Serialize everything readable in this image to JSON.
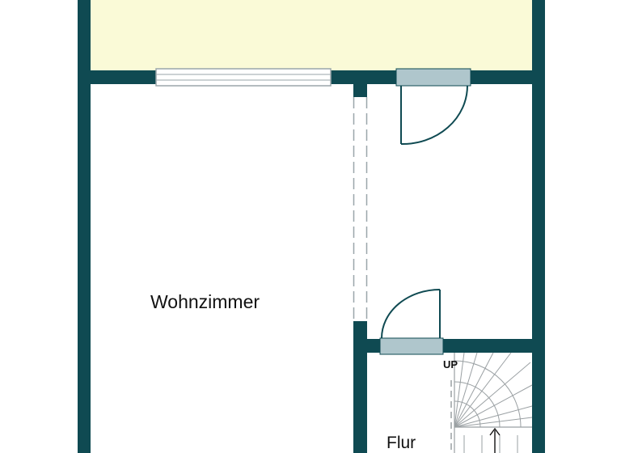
{
  "floorplan": {
    "rooms": {
      "living_room": "Wohnzimmer",
      "hallway": "Flur",
      "terrace": ""
    },
    "stairs": {
      "direction_label": "UP"
    }
  },
  "colors": {
    "wall": "#0f4a52",
    "terrace_fill": "#fafad7",
    "floor_fill": "#ffffff",
    "door_leaf": "#afc6cc",
    "window_frame": "#9aa6aa",
    "stair_line": "#9aa0a3"
  }
}
